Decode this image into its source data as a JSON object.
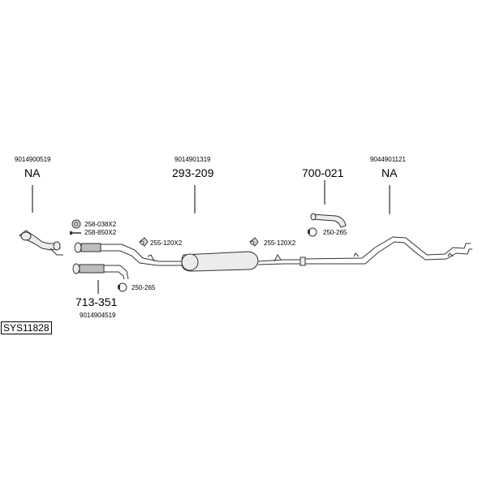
{
  "system_id": "SYS11828",
  "groups": [
    {
      "id": "front-pipe",
      "oe": "9014900519",
      "part": "NA"
    },
    {
      "id": "centre-silencer",
      "oe": "9014901319",
      "part": "293-209"
    },
    {
      "id": "tail-section",
      "oe": "",
      "part": "700-021"
    },
    {
      "id": "rear-pipe",
      "oe": "9044901121",
      "part": "NA"
    },
    {
      "id": "intermediate-pipe",
      "oe": "9014904519",
      "part": "713-351"
    }
  ],
  "accessories": {
    "gasket_nut": "258-038X2",
    "bolt": "258-850X2",
    "hanger_front": "255-120X2",
    "hanger_rear": "255-120X2",
    "clamp_front": "250-265",
    "clamp_rear": "250-265"
  }
}
